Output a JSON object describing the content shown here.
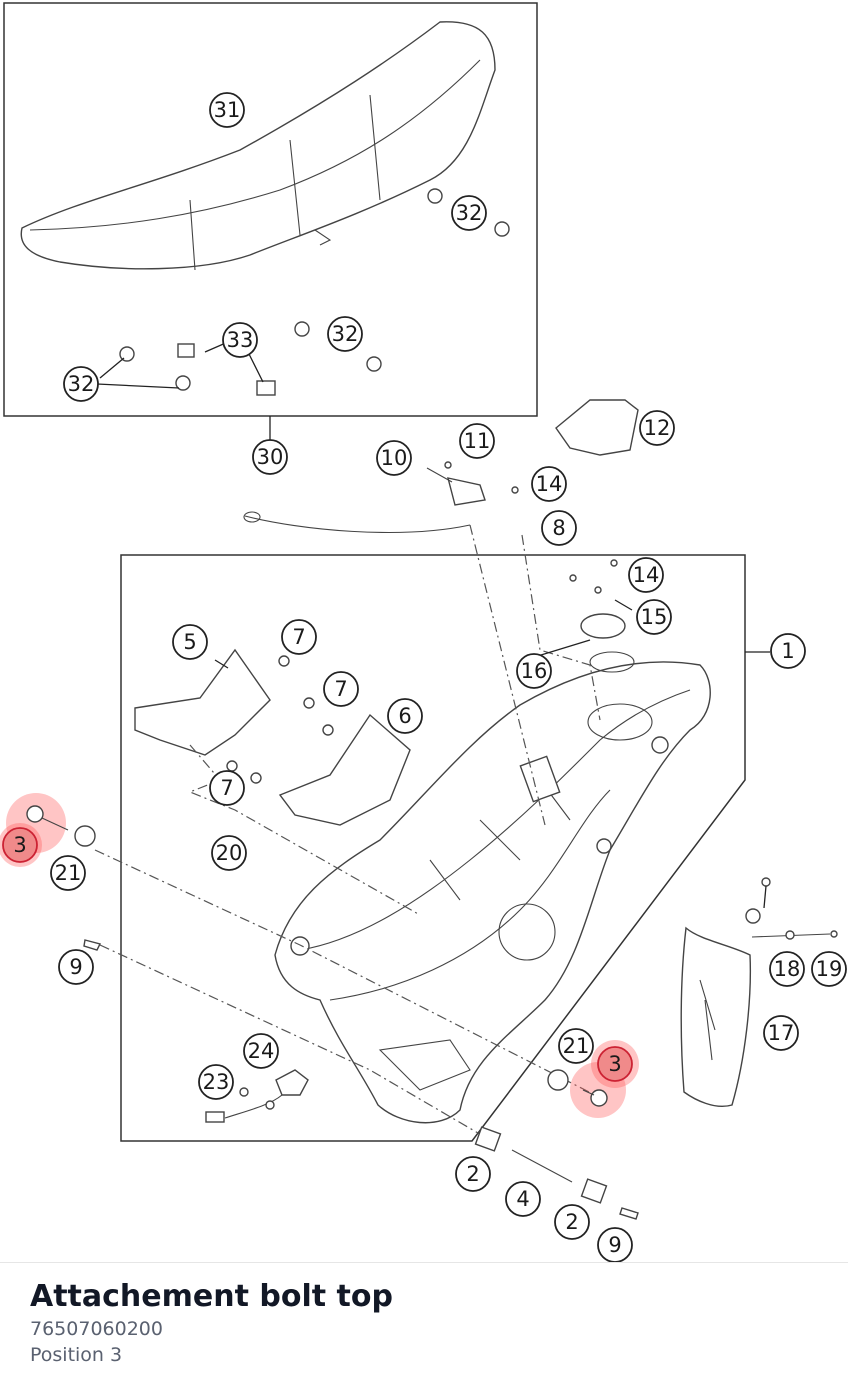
{
  "part": {
    "title": "Attachement bolt top",
    "number": "76507060200",
    "position": "Position 3"
  },
  "highlight_color": "#f05454",
  "callouts": [
    "31",
    "32",
    "33",
    "30",
    "10",
    "11",
    "12",
    "14",
    "8",
    "15",
    "16",
    "1",
    "5",
    "6",
    "7",
    "20",
    "3",
    "21",
    "9",
    "24",
    "23",
    "17",
    "18",
    "19",
    "2",
    "4"
  ],
  "highlighted_callout": "3"
}
